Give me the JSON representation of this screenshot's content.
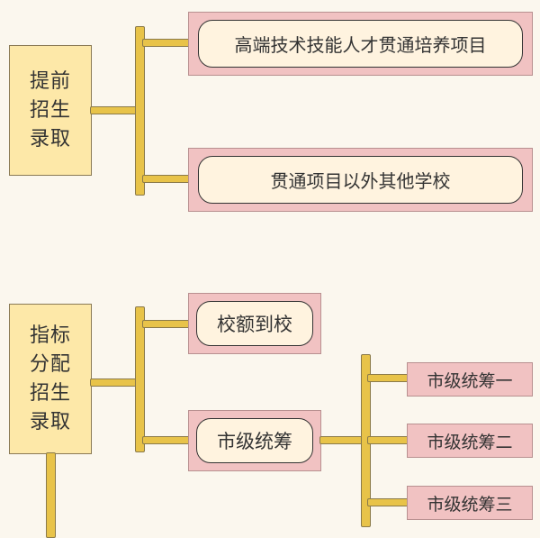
{
  "diagram": {
    "group1": {
      "label": "提前\n招生\n录取",
      "options": [
        "高端技术技能人才贯通培养项目",
        "贯通项目以外其他学校"
      ]
    },
    "group2": {
      "label": "指标\n分配\n招生\n录取",
      "options": [
        "校额到校",
        "市级统筹"
      ],
      "sub_options": [
        "市级统筹一",
        "市级统筹二",
        "市级统筹三"
      ]
    }
  },
  "colors": {
    "category_fill": "#fde8a8",
    "connector": "#e8c349",
    "option_outer": "#f1c2c2",
    "option_inner": "#fff3df",
    "background": "#fbf7ee"
  }
}
